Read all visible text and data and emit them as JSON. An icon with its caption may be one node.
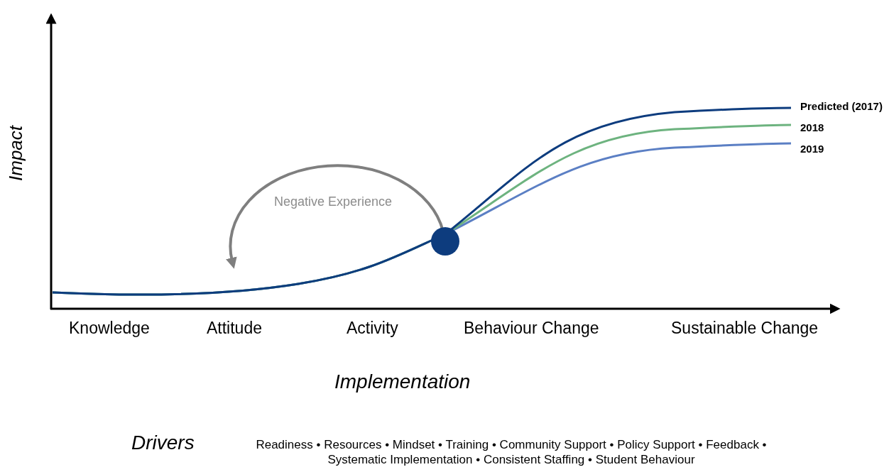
{
  "diagram": {
    "labels": [
      "Impact",
      "Predicted (2017)",
      "2018",
      "2019",
      "Negative Experience",
      "Knowledge",
      "Attitude",
      "Activity",
      "Behaviour Change",
      "Sustainable Change",
      "Implementation",
      "Drivers",
      "Readiness • Resources • Mindset • Training • Community Support • Policy Support • Feedback • Systematic Implementation • Consistent Staffing • Student Behaviour"
    ]
  }
}
